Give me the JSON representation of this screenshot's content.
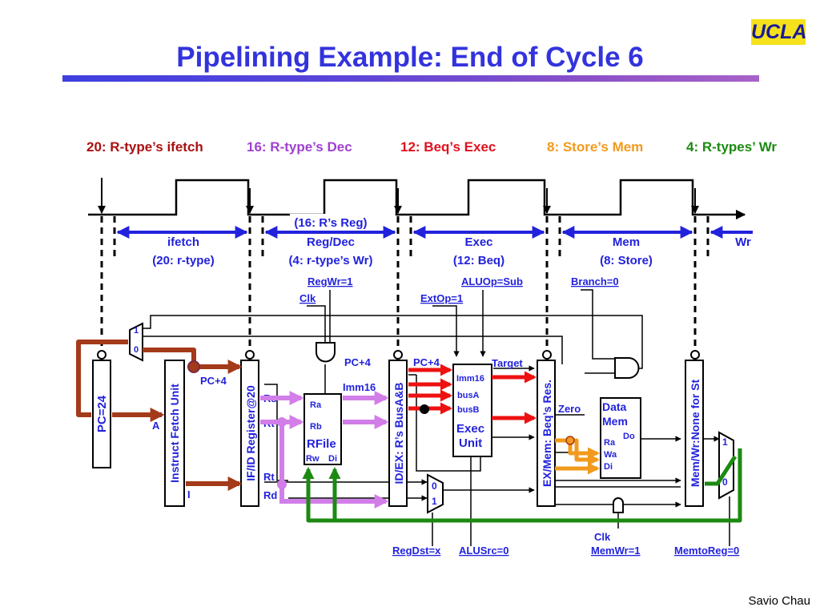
{
  "title": "Pipelining Example: End of Cycle 6",
  "logo": "UCLA",
  "author": "Savio Chau",
  "colors": {
    "title": "#3333dd",
    "stage_ifetch": "#aa1111",
    "stage_dec": "#a040d0",
    "stage_exec": "#e0101e",
    "stage_mem": "#f29a1d",
    "stage_wr": "#1c8a12",
    "diagram_blue": "#2222dd",
    "wire_brown": "#a33a1a",
    "wire_purple": "#d27ee8",
    "wire_red": "#ee1111",
    "wire_orange": "#f29a1d",
    "wire_green": "#1c8a12"
  },
  "stages": [
    {
      "label": "20: R-type’s ifetch",
      "color": "#aa1111"
    },
    {
      "label": "16: R-type’s Dec",
      "color": "#a040d0"
    },
    {
      "label": "12: Beq’s Exec",
      "color": "#e0101e"
    },
    {
      "label": "8: Store’s Mem",
      "color": "#f29a1d"
    },
    {
      "label": "4: R-types’ Wr",
      "color": "#1c8a12"
    }
  ],
  "timing": {
    "ifetch": {
      "name": "ifetch",
      "instr": "(20: r-type)"
    },
    "regdec": {
      "top": "(16: R’s Reg)",
      "name": "Reg/Dec",
      "instr": "(4: r-type’s Wr)"
    },
    "exec": {
      "name": "Exec",
      "instr": "(12: Beq)"
    },
    "mem": {
      "name": "Mem",
      "instr": "(8: Store)"
    },
    "wr": {
      "name": "Wr"
    }
  },
  "control": {
    "regwr": "RegWr=1",
    "clk_top": "Clk",
    "aluop": "ALUOp=Sub",
    "extop": "ExtOp=1",
    "branch": "Branch=0",
    "regdst": "RegDst=x",
    "alusrc": "ALUSrc=0",
    "clk_bottom": "Clk",
    "memwr": "MemWr=1",
    "memtoreg": "MemtoReg=0"
  },
  "registers": {
    "pc": "PC=24",
    "ifu": "Instruct Fetch Unit",
    "ifid": "IF/ID Register@20",
    "idex": "ID/EX: R’s BusA&B",
    "exmem": "EX/Mem: Beq’s Res.",
    "memwr": "Mem/Wr:None for St"
  },
  "labels": {
    "ifu_a": "A",
    "ifu_i": "I",
    "pc_plus_4_a": "PC+4",
    "pc_plus_4_b": "PC+4",
    "pc_plus_4_c": "PC+4",
    "rs": "Rs",
    "rt_a": "Rt",
    "rt_b": "Rt",
    "rd": "Rd",
    "imm16_a": "Imm16",
    "imm16_b": "Imm16",
    "ra": "Ra",
    "rb": "Rb",
    "rfile": "RFile",
    "rw": "Rw",
    "di": "Di",
    "busa": "busA",
    "busb": "busB",
    "exec_unit_1": "Exec",
    "exec_unit_2": "Unit",
    "target": "Target",
    "zero": "Zero",
    "data_mem_1": "Data",
    "data_mem_2": "Mem",
    "dm_ra": "Ra",
    "dm_wa": "Wa",
    "dm_di": "Di",
    "dm_do": "Do",
    "mux_1": "1",
    "mux_0": "0"
  }
}
